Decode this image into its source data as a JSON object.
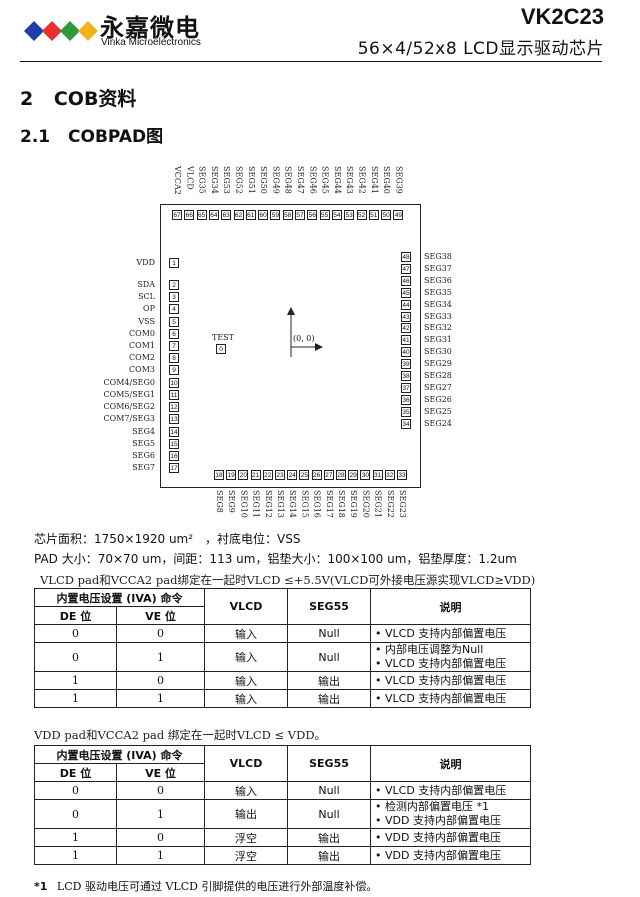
{
  "header": {
    "brand_cn": "永嘉微电",
    "brand_en": "Vinka Microelectronics",
    "model": "VK2C23",
    "subtitle": "56×4/52x8 LCD显示驱动芯片",
    "logo_colors": [
      "#1a3fa8",
      "#e8312f",
      "#2d9b3c",
      "#f1b31c"
    ]
  },
  "section": {
    "number": "2",
    "title": "COB资料"
  },
  "subsection": {
    "number": "2.1",
    "title": "COBPAD图"
  },
  "diagram": {
    "top_pads": [
      {
        "num": "67",
        "label": "VCCA2"
      },
      {
        "num": "66",
        "label": "VLCD"
      },
      {
        "num": "65",
        "label": "SEG35"
      },
      {
        "num": "64",
        "label": "SEG34"
      },
      {
        "num": "63",
        "label": "SEG53"
      },
      {
        "num": "62",
        "label": "SEG52"
      },
      {
        "num": "61",
        "label": "SEG51"
      },
      {
        "num": "60",
        "label": "SEG50"
      },
      {
        "num": "59",
        "label": "SEG49"
      },
      {
        "num": "58",
        "label": "SEG48"
      },
      {
        "num": "57",
        "label": "SEG47"
      },
      {
        "num": "56",
        "label": "SEG46"
      },
      {
        "num": "55",
        "label": "SEG45"
      },
      {
        "num": "54",
        "label": "SEG44"
      },
      {
        "num": "53",
        "label": "SEG43"
      },
      {
        "num": "52",
        "label": "SEG42"
      },
      {
        "num": "51",
        "label": "SEG41"
      },
      {
        "num": "50",
        "label": "SEG40"
      },
      {
        "num": "49",
        "label": "SEG39"
      }
    ],
    "left_pads": [
      {
        "num": "1",
        "label": "VDD"
      },
      {
        "num": "2",
        "label": "SDA"
      },
      {
        "num": "3",
        "label": "SCL"
      },
      {
        "num": "4",
        "label": "OP"
      },
      {
        "num": "5",
        "label": "VSS"
      },
      {
        "num": "6",
        "label": "COM0"
      },
      {
        "num": "7",
        "label": "COM1"
      },
      {
        "num": "8",
        "label": "COM2"
      },
      {
        "num": "9",
        "label": "COM3"
      },
      {
        "num": "10",
        "label": "COM4/SEG0"
      },
      {
        "num": "11",
        "label": "COM5/SEG1"
      },
      {
        "num": "12",
        "label": "COM6/SEG2"
      },
      {
        "num": "13",
        "label": "COM7/SEG3"
      },
      {
        "num": "14",
        "label": "SEG4"
      },
      {
        "num": "15",
        "label": "SEG5"
      },
      {
        "num": "16",
        "label": "SEG6"
      },
      {
        "num": "17",
        "label": "SEG7"
      }
    ],
    "right_pads": [
      {
        "num": "48",
        "label": "SEG38"
      },
      {
        "num": "47",
        "label": "SEG37"
      },
      {
        "num": "46",
        "label": "SEG36"
      },
      {
        "num": "45",
        "label": "SEG35"
      },
      {
        "num": "44",
        "label": "SEG34"
      },
      {
        "num": "43",
        "label": "SEG33"
      },
      {
        "num": "42",
        "label": "SEG32"
      },
      {
        "num": "41",
        "label": "SEG31"
      },
      {
        "num": "40",
        "label": "SEG30"
      },
      {
        "num": "39",
        "label": "SEG29"
      },
      {
        "num": "38",
        "label": "SEG28"
      },
      {
        "num": "37",
        "label": "SEG27"
      },
      {
        "num": "36",
        "label": "SEG26"
      },
      {
        "num": "35",
        "label": "SEG25"
      },
      {
        "num": "34",
        "label": "SEG24"
      }
    ],
    "bottom_pads": [
      {
        "num": "18",
        "label": "SEG8"
      },
      {
        "num": "19",
        "label": "SEG9"
      },
      {
        "num": "20",
        "label": "SEG10"
      },
      {
        "num": "21",
        "label": "SEG11"
      },
      {
        "num": "22",
        "label": "SEG12"
      },
      {
        "num": "23",
        "label": "SEG13"
      },
      {
        "num": "24",
        "label": "SEG14"
      },
      {
        "num": "25",
        "label": "SEG15"
      },
      {
        "num": "26",
        "label": "SEG16"
      },
      {
        "num": "27",
        "label": "SEG17"
      },
      {
        "num": "28",
        "label": "SEG18"
      },
      {
        "num": "29",
        "label": "SEG19"
      },
      {
        "num": "30",
        "label": "SEG20"
      },
      {
        "num": "31",
        "label": "SEG21"
      },
      {
        "num": "32",
        "label": "SEG22"
      },
      {
        "num": "33",
        "label": "SEG23"
      }
    ],
    "test_pad": {
      "num": "0",
      "label": "TEST"
    },
    "origin_label": "(0, 0)"
  },
  "info": {
    "line1": "芯片面积：1750×1920 um²　，衬底电位：VSS",
    "line2": "PAD 大小：70×70 um，间距：113 um，铝垫大小：100×100 um，铝垫厚度：1.2um"
  },
  "table1": {
    "caption": "VLCD pad和VCCA2 pad绑定在一起时VLCD ≤+5.5V(VLCD可外接电压源实现VLCD≥VDD)",
    "group_header": "内置电压设置 (IVA) 命令",
    "headers": [
      "DE 位",
      "VE 位",
      "VLCD",
      "SEG55",
      "说明"
    ],
    "rows": [
      {
        "de": "0",
        "ve": "0",
        "vlcd": "输入",
        "seg55": "Null",
        "desc": [
          "• VLCD 支持内部偏置电压"
        ]
      },
      {
        "de": "0",
        "ve": "1",
        "vlcd": "输入",
        "seg55": "Null",
        "desc": [
          "• 内部电压调整为Null",
          "• VLCD 支持内部偏置电压"
        ]
      },
      {
        "de": "1",
        "ve": "0",
        "vlcd": "输入",
        "seg55": "输出",
        "desc": [
          "• VLCD 支持内部偏置电压"
        ]
      },
      {
        "de": "1",
        "ve": "1",
        "vlcd": "输入",
        "seg55": "输出",
        "desc": [
          "• VLCD 支持内部偏置电压"
        ]
      }
    ]
  },
  "table2": {
    "caption": "VDD pad和VCCA2 pad 绑定在一起时VLCD ≤ VDD。",
    "group_header": "内置电压设置 (IVA) 命令",
    "headers": [
      "DE 位",
      "VE 位",
      "VLCD",
      "SEG55",
      "说明"
    ],
    "rows": [
      {
        "de": "0",
        "ve": "0",
        "vlcd": "输入",
        "seg55": "Null",
        "desc": [
          "• VLCD 支持内部偏置电压"
        ]
      },
      {
        "de": "0",
        "ve": "1",
        "vlcd": "输出",
        "seg55": "Null",
        "desc": [
          "• 检测内部偏置电压 *1",
          "• VDD 支持内部偏置电压"
        ]
      },
      {
        "de": "1",
        "ve": "0",
        "vlcd": "浮空",
        "seg55": "输出",
        "desc": [
          "• VDD 支持内部偏置电压"
        ]
      },
      {
        "de": "1",
        "ve": "1",
        "vlcd": "浮空",
        "seg55": "输出",
        "desc": [
          "• VDD 支持内部偏置电压"
        ]
      }
    ]
  },
  "footnote": {
    "mark": "*1",
    "text": "LCD 驱动电压可通过 VLCD 引脚提供的电压进行外部温度补偿。"
  }
}
